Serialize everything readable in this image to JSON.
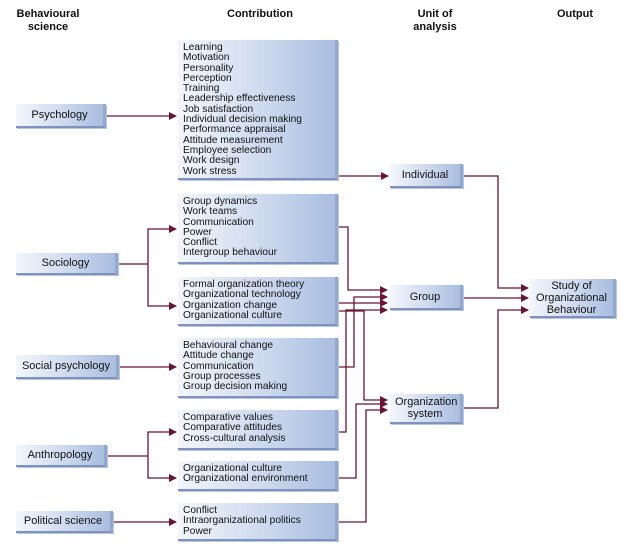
{
  "headers": {
    "behavioural_science": "Behavioural science",
    "contribution": "Contribution",
    "unit_of_analysis": "Unit of analysis",
    "output": "Output"
  },
  "sciences": {
    "psychology": "Psychology",
    "sociology": "Sociology",
    "social_psychology": "Social psychology",
    "anthropology": "Anthropology",
    "political_science": "Political science"
  },
  "contributions": {
    "psychology": [
      "Learning",
      "Motivation",
      "Personality",
      "Perception",
      "Training",
      "Leadership effectiveness",
      "Job satisfaction",
      "Individual decision making",
      "Performance appraisal",
      "Attitude measurement",
      "Employee selection",
      "Work design",
      "Work stress"
    ],
    "sociology_group": [
      "Group dynamics",
      "Work teams",
      "Communication",
      "Power",
      "Conflict",
      "Intergroup behaviour"
    ],
    "sociology_org": [
      "Formal organization theory",
      "Organizational technology",
      "Organization change",
      "Organizational culture"
    ],
    "social_psychology": [
      "Behavioural change",
      "Attitude change",
      "Communication",
      "Group processes",
      "Group decision making"
    ],
    "anthropology_values": [
      "Comparative values",
      "Comparative attitudes",
      "Cross-cultural analysis"
    ],
    "anthropology_culture": [
      "Organizational culture",
      "Organizational environment"
    ],
    "political_science": [
      "Conflict",
      "Intraorganizational politics",
      "Power"
    ]
  },
  "units": {
    "individual": "Individual",
    "group": "Group",
    "organization_system": "Organization system"
  },
  "output": "Study of Organizational Behaviour",
  "colors": {
    "arrow": "#6b1535",
    "box_light": "#f3f6fc",
    "box_dark": "#a9bde0"
  }
}
